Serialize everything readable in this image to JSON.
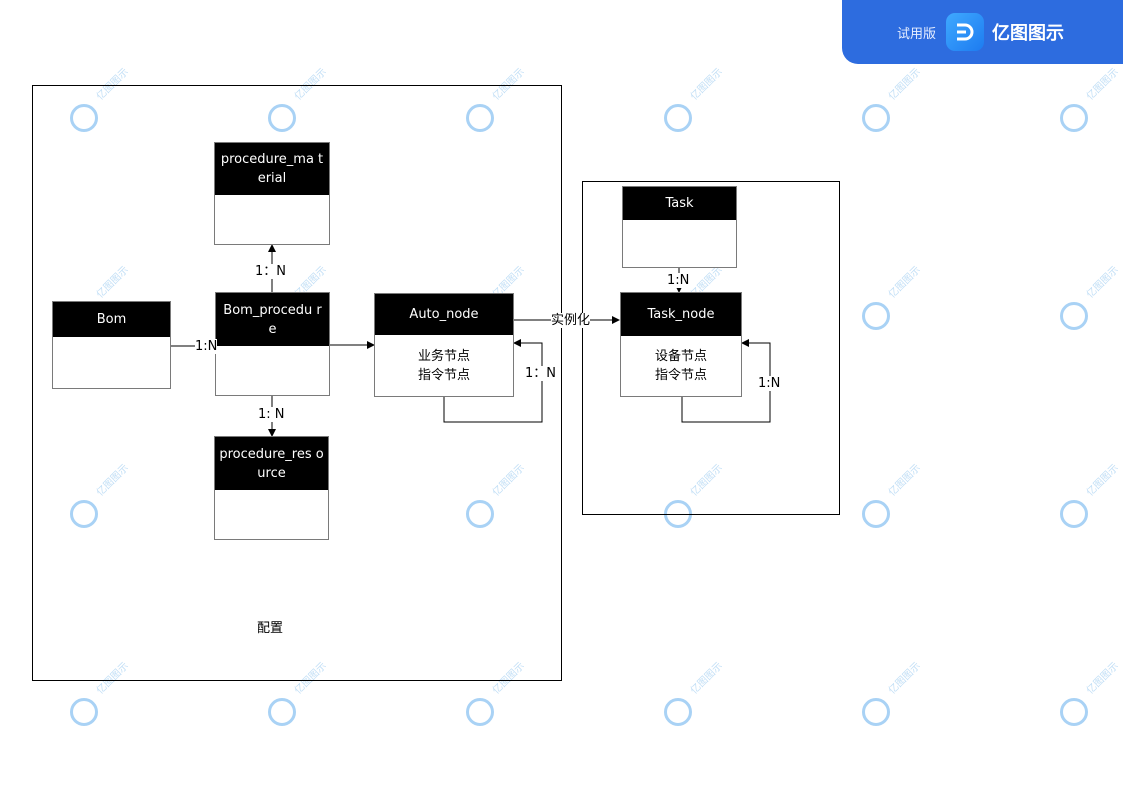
{
  "banner": {
    "trial_label": "试用版",
    "brand_name": "亿图图示",
    "logo_icon": "edraw-logo-icon"
  },
  "watermark_text": "亿图图示",
  "config_label": "配置",
  "entities": {
    "procedure_material": {
      "title": "procedure_ma terial"
    },
    "bom": {
      "title": "Bom"
    },
    "bom_procedure": {
      "title": "Bom_procedu re"
    },
    "procedure_resource": {
      "title": "procedure_res ource"
    },
    "auto_node": {
      "title": "Auto_node",
      "lines": [
        "业务节点",
        "指令节点"
      ]
    },
    "task": {
      "title": "Task"
    },
    "task_node": {
      "title": "Task_node",
      "lines": [
        "设备节点",
        "指令节点"
      ]
    }
  },
  "relations": {
    "bom_to_procedure": "1:N",
    "procedure_to_material": "1：N",
    "procedure_to_resource": "1: N",
    "auto_node_self": "1：N",
    "instantiate": "实例化",
    "task_to_task_node": "1:N",
    "task_node_self": "1:N"
  }
}
